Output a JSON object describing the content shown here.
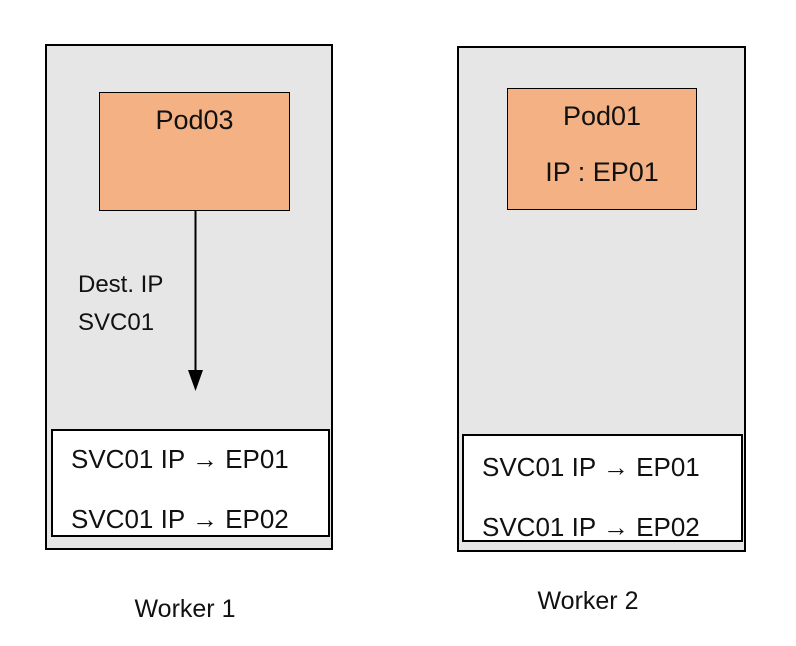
{
  "colors": {
    "node_fill": "#e7e6e6",
    "pod_fill": "#f4b183",
    "table_fill": "#ffffff",
    "line": "#000000",
    "text": "#111111"
  },
  "workers": [
    {
      "label": "Worker 1",
      "pod_lines": [
        "Pod03"
      ],
      "arrow_label": [
        "Dest. IP",
        "SVC01"
      ],
      "table_rows": [
        "SVC01 IP → EP01",
        "SVC01 IP → EP02"
      ]
    },
    {
      "label": "Worker 2",
      "pod_lines": [
        "Pod01",
        "IP : EP01"
      ],
      "table_rows": [
        "SVC01 IP → EP01",
        "SVC01 IP → EP02"
      ]
    }
  ]
}
